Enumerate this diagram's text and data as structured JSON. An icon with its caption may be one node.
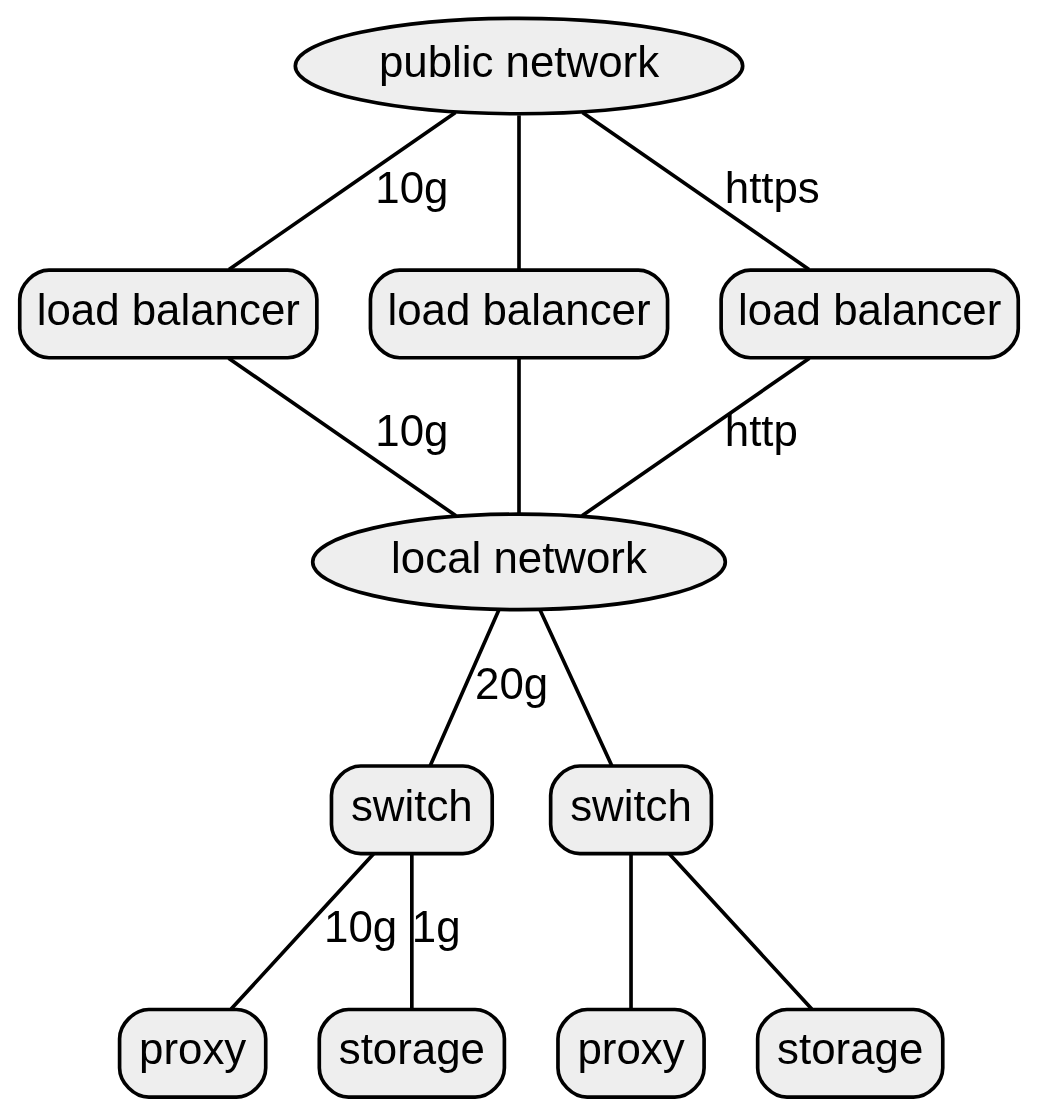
{
  "diagram": {
    "nodes": [
      {
        "text": [
          "public network"
        ]
      },
      {
        "text": [
          "load balancer"
        ]
      },
      {
        "text": [
          "load balancer"
        ]
      },
      {
        "text": [
          "load balancer"
        ]
      },
      {
        "text": [
          "local network"
        ]
      },
      {
        "text": [
          "switch"
        ]
      },
      {
        "text": [
          "switch"
        ]
      },
      {
        "text": [
          "proxy"
        ]
      },
      {
        "text": [
          "storage"
        ]
      },
      {
        "text": [
          "proxy"
        ]
      },
      {
        "text": [
          "storage"
        ]
      }
    ],
    "edges": [
      {
        "from": 0,
        "to": 1,
        "arrow": "none",
        "label": "10g"
      },
      {
        "from": 0,
        "to": 2,
        "arrow": "none"
      },
      {
        "from": 0,
        "to": 3,
        "arrow": "none",
        "label": "https"
      },
      {
        "from": 1,
        "to": 4,
        "arrow": "none",
        "label": "10g"
      },
      {
        "from": 2,
        "to": 4,
        "arrow": "none"
      },
      {
        "from": 3,
        "to": 4,
        "arrow": "none",
        "label": "http"
      },
      {
        "from": 4,
        "to": 5,
        "arrow": "none",
        "label": "20g"
      },
      {
        "from": 4,
        "to": 6,
        "arrow": "none"
      },
      {
        "from": 5,
        "to": 7,
        "arrow": "none",
        "label": "10g"
      },
      {
        "from": 5,
        "to": 8,
        "arrow": "none",
        "label": "1g"
      },
      {
        "from": 6,
        "to": 9,
        "arrow": "none"
      },
      {
        "from": 6,
        "to": 10,
        "arrow": "none"
      }
    ]
  }
}
